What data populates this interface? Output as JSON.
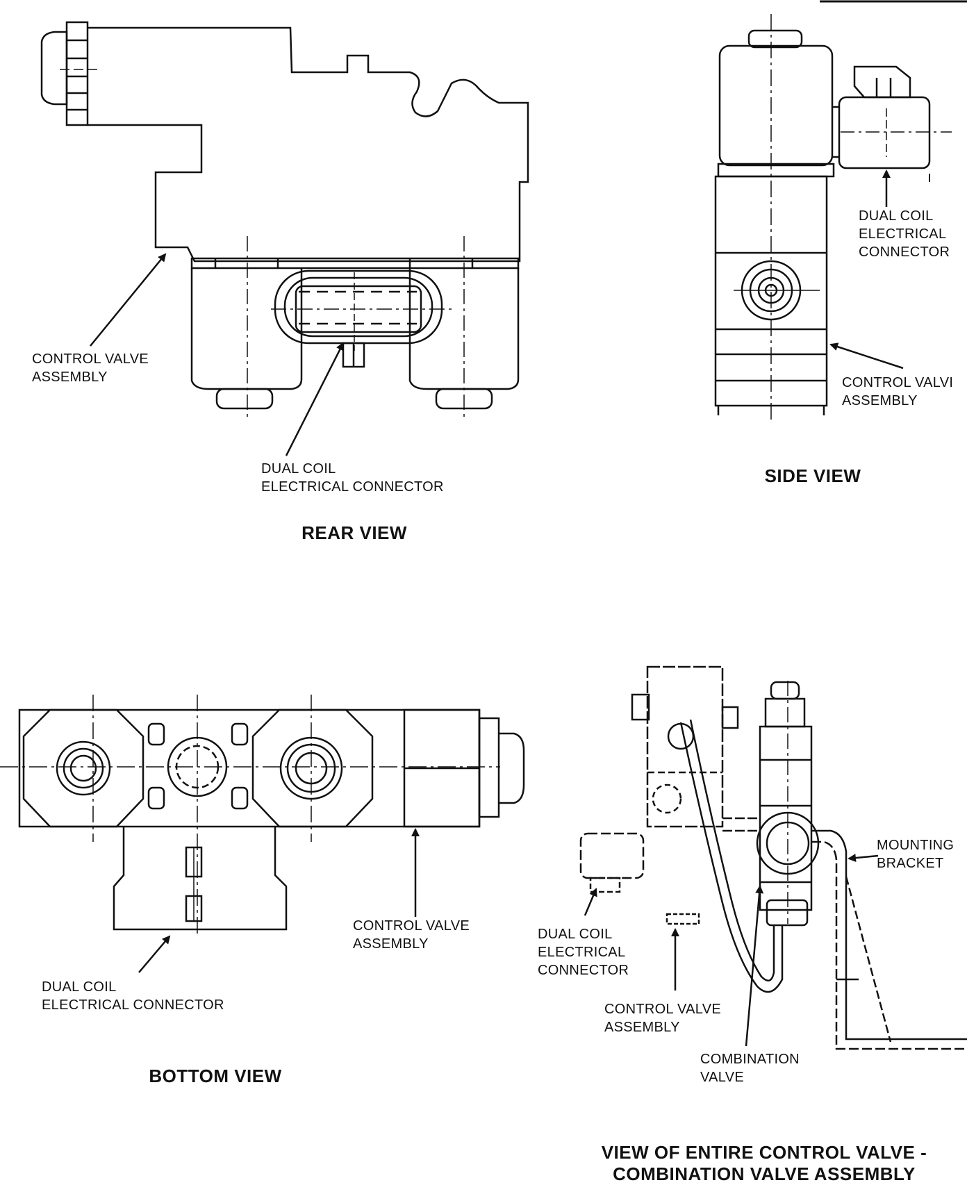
{
  "rear_view": {
    "title": "REAR VIEW",
    "labels": {
      "control_valve": "CONTROL VALVE\nASSEMBLY",
      "connector": "DUAL COIL\nELECTRICAL CONNECTOR"
    }
  },
  "side_view": {
    "title": "SIDE VIEW",
    "labels": {
      "connector": "DUAL COIL\nELECTRICAL\nCONNECTOR",
      "control_valve": "CONTROL VALVI\nASSEMBLY"
    }
  },
  "bottom_view": {
    "title": "BOTTOM VIEW",
    "labels": {
      "control_valve": "CONTROL VALVE\nASSEMBLY",
      "connector": "DUAL COIL\nELECTRICAL CONNECTOR"
    }
  },
  "entire_view": {
    "title_line1": "VIEW OF ENTIRE CONTROL VALVE -",
    "title_line2": "COMBINATION VALVE ASSEMBLY",
    "labels": {
      "mounting_bracket": "MOUNTING\nBRACKET",
      "connector": "DUAL COIL\nELECTRICAL\nCONNECTOR",
      "control_valve": "CONTROL VALVE\nASSEMBLY",
      "combination_valve": "COMBINATION\nVALVE"
    }
  }
}
